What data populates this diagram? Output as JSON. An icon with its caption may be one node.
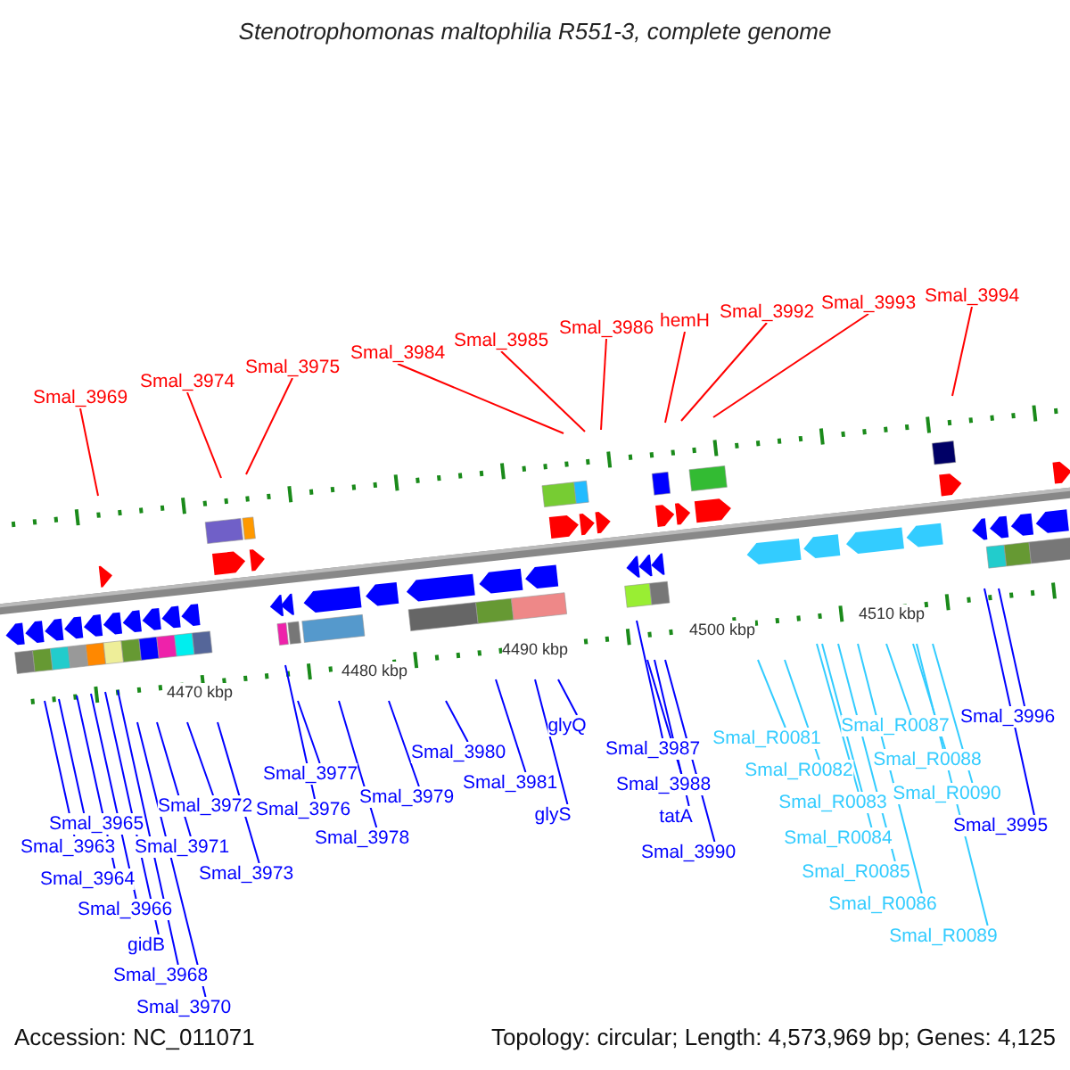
{
  "diagram": {
    "title": "Stenotrophomonas maltophilia R551-3, complete genome",
    "nodes": [
      {
        "text": [
          "Smal_3969"
        ]
      },
      {
        "text": [
          "Smal_3974"
        ]
      },
      {
        "text": [
          "Smal_3975"
        ]
      },
      {
        "text": [
          "Smal_3984"
        ]
      },
      {
        "text": [
          "Smal_3985"
        ]
      },
      {
        "text": [
          "Smal_3986"
        ]
      },
      {
        "text": [
          "hemH"
        ]
      },
      {
        "text": [
          "Smal_3992"
        ]
      },
      {
        "text": [
          "Smal_3993"
        ]
      },
      {
        "text": [
          "Smal_3994"
        ]
      },
      {
        "text": [
          "Smal_3965"
        ]
      },
      {
        "text": [
          "Smal_3963"
        ]
      },
      {
        "text": [
          "Smal_3964"
        ]
      },
      {
        "text": [
          "Smal_3966"
        ]
      },
      {
        "text": [
          "gidB"
        ]
      },
      {
        "text": [
          "Smal_3968"
        ]
      },
      {
        "text": [
          "Smal_3970"
        ]
      },
      {
        "text": [
          "Smal_3972"
        ]
      },
      {
        "text": [
          "Smal_3971"
        ]
      },
      {
        "text": [
          "Smal_3973"
        ]
      },
      {
        "text": [
          "Smal_3977"
        ]
      },
      {
        "text": [
          "Smal_3976"
        ]
      },
      {
        "text": [
          "Smal_3978"
        ]
      },
      {
        "text": [
          "Smal_3979"
        ]
      },
      {
        "text": [
          "Smal_3980"
        ]
      },
      {
        "text": [
          "Smal_3981"
        ]
      },
      {
        "text": [
          "glyQ"
        ]
      },
      {
        "text": [
          "glyS"
        ]
      },
      {
        "text": [
          "Smal_3987"
        ]
      },
      {
        "text": [
          "Smal_3988"
        ]
      },
      {
        "text": [
          "tatA"
        ]
      },
      {
        "text": [
          "Smal_3990"
        ]
      },
      {
        "text": [
          "Smal_3996"
        ]
      },
      {
        "text": [
          "Smal_3995"
        ]
      },
      {
        "text": [
          "Smal_R0081"
        ]
      },
      {
        "text": [
          "Smal_R0087"
        ]
      },
      {
        "text": [
          "Smal_R0082"
        ]
      },
      {
        "text": [
          "Smal_R0088"
        ]
      },
      {
        "text": [
          "Smal_R0083"
        ]
      },
      {
        "text": [
          "Smal_R0090"
        ]
      },
      {
        "text": [
          "Smal_R0084"
        ]
      },
      {
        "text": [
          "Smal_R0085"
        ]
      },
      {
        "text": [
          "Smal_R0086"
        ]
      },
      {
        "text": [
          "Smal_R0089"
        ]
      }
    ],
    "edges": [
      {
        "from": 0,
        "to": null,
        "arrow": "none",
        "color": "#ff0000"
      },
      {
        "from": 1,
        "to": null,
        "arrow": "none",
        "color": "#ff0000"
      },
      {
        "from": 2,
        "to": null,
        "arrow": "none",
        "color": "#ff0000"
      },
      {
        "from": 3,
        "to": null,
        "arrow": "none",
        "color": "#ff0000"
      },
      {
        "from": 4,
        "to": null,
        "arrow": "none",
        "color": "#ff0000"
      },
      {
        "from": 5,
        "to": null,
        "arrow": "none",
        "color": "#ff0000"
      },
      {
        "from": 6,
        "to": null,
        "arrow": "none",
        "color": "#ff0000"
      },
      {
        "from": 7,
        "to": null,
        "arrow": "none",
        "color": "#ff0000"
      },
      {
        "from": 8,
        "to": null,
        "arrow": "none",
        "color": "#ff0000"
      },
      {
        "from": 9,
        "to": null,
        "arrow": "none",
        "color": "#ff0000"
      },
      {
        "from": 10,
        "to": null,
        "arrow": "none"
      },
      {
        "from": 11,
        "to": null,
        "arrow": "none"
      },
      {
        "from": 12,
        "to": null,
        "arrow": "none"
      },
      {
        "from": 13,
        "to": null,
        "arrow": "none"
      },
      {
        "from": 14,
        "to": null,
        "arrow": "none"
      },
      {
        "from": 15,
        "to": null,
        "arrow": "none"
      },
      {
        "from": 16,
        "to": null,
        "arrow": "none"
      },
      {
        "from": 17,
        "to": null,
        "arrow": "none"
      },
      {
        "from": 18,
        "to": null,
        "arrow": "none"
      },
      {
        "from": 19,
        "to": null,
        "arrow": "none"
      },
      {
        "from": 20,
        "to": null,
        "arrow": "none"
      },
      {
        "from": 21,
        "to": null,
        "arrow": "none"
      },
      {
        "from": 22,
        "to": null,
        "arrow": "none"
      },
      {
        "from": 23,
        "to": null,
        "arrow": "none"
      },
      {
        "from": 24,
        "to": null,
        "arrow": "none"
      },
      {
        "from": 25,
        "to": null,
        "arrow": "none"
      },
      {
        "from": 26,
        "to": null,
        "arrow": "none"
      },
      {
        "from": 27,
        "to": null,
        "arrow": "none"
      },
      {
        "from": 28,
        "to": null,
        "arrow": "none"
      },
      {
        "from": 29,
        "to": null,
        "arrow": "none"
      },
      {
        "from": 30,
        "to": null,
        "arrow": "none"
      },
      {
        "from": 31,
        "to": null,
        "arrow": "none"
      },
      {
        "from": 32,
        "to": null,
        "arrow": "none"
      },
      {
        "from": 33,
        "to": null,
        "arrow": "none"
      },
      {
        "from": 34,
        "to": null,
        "arrow": "none",
        "color": "#33ccff"
      },
      {
        "from": 35,
        "to": null,
        "arrow": "none",
        "color": "#33ccff"
      },
      {
        "from": 36,
        "to": null,
        "arrow": "none",
        "color": "#33ccff"
      },
      {
        "from": 37,
        "to": null,
        "arrow": "none",
        "color": "#33ccff"
      },
      {
        "from": 38,
        "to": null,
        "arrow": "none",
        "color": "#33ccff"
      },
      {
        "from": 39,
        "to": null,
        "arrow": "none",
        "color": "#33ccff"
      },
      {
        "from": 40,
        "to": null,
        "arrow": "none",
        "color": "#33ccff"
      },
      {
        "from": 41,
        "to": null,
        "arrow": "none",
        "color": "#33ccff"
      },
      {
        "from": 42,
        "to": null,
        "arrow": "none",
        "color": "#33ccff"
      },
      {
        "from": 43,
        "to": null,
        "arrow": "none",
        "color": "#33ccff"
      }
    ],
    "labels": [
      "4470 kbp",
      "4480 kbp",
      "4490 kbp",
      "4500 kbp",
      "4510 kbp",
      "Accession: NC_011071",
      "Topology: circular; Length: 4,573,969 bp; Genes: 4,125"
    ]
  }
}
